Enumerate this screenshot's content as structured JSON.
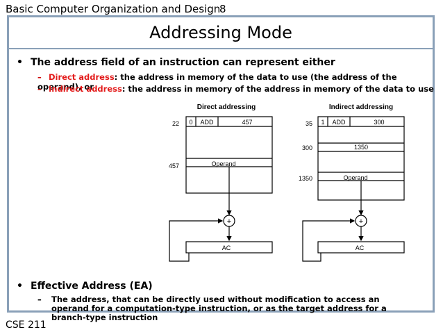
{
  "header": {
    "course_title": "Basic Computer Organization and Design",
    "page_number": "8"
  },
  "slide": {
    "title": "Addressing Mode",
    "bullet1": {
      "text": "The address field of an instruction can represent either",
      "sub1_term": "Direct address",
      "sub1_rest": ": the address in memory of the data to use (the address of the operand), or",
      "sub2_term": "Indirect address",
      "sub2_rest": ": the address in memory of the address in memory of the data to use"
    },
    "diagram": {
      "direct": {
        "heading": "Direct addressing",
        "addr1": "22",
        "mode": "0",
        "opcode": "ADD",
        "operand_addr": "457",
        "addr2": "457",
        "cell2": "Operand",
        "plus": "+",
        "ac": "AC"
      },
      "indirect": {
        "heading": "Indirect addressing",
        "addr1": "35",
        "mode": "1",
        "opcode": "ADD",
        "operand_addr": "300",
        "addr2": "300",
        "cell2": "1350",
        "addr3": "1350",
        "cell3": "Operand",
        "plus": "+",
        "ac": "AC"
      }
    },
    "bullet2": {
      "text": "Effective Address (EA)",
      "sub1": "The address, that can be directly used without modification to access an operand for a computation-type instruction, or as the target address for a branch-type instruction"
    }
  },
  "footer": {
    "course_code": "CSE 211"
  },
  "colors": {
    "frame": "#8aa0b8",
    "highlight": "#e31b1b"
  }
}
